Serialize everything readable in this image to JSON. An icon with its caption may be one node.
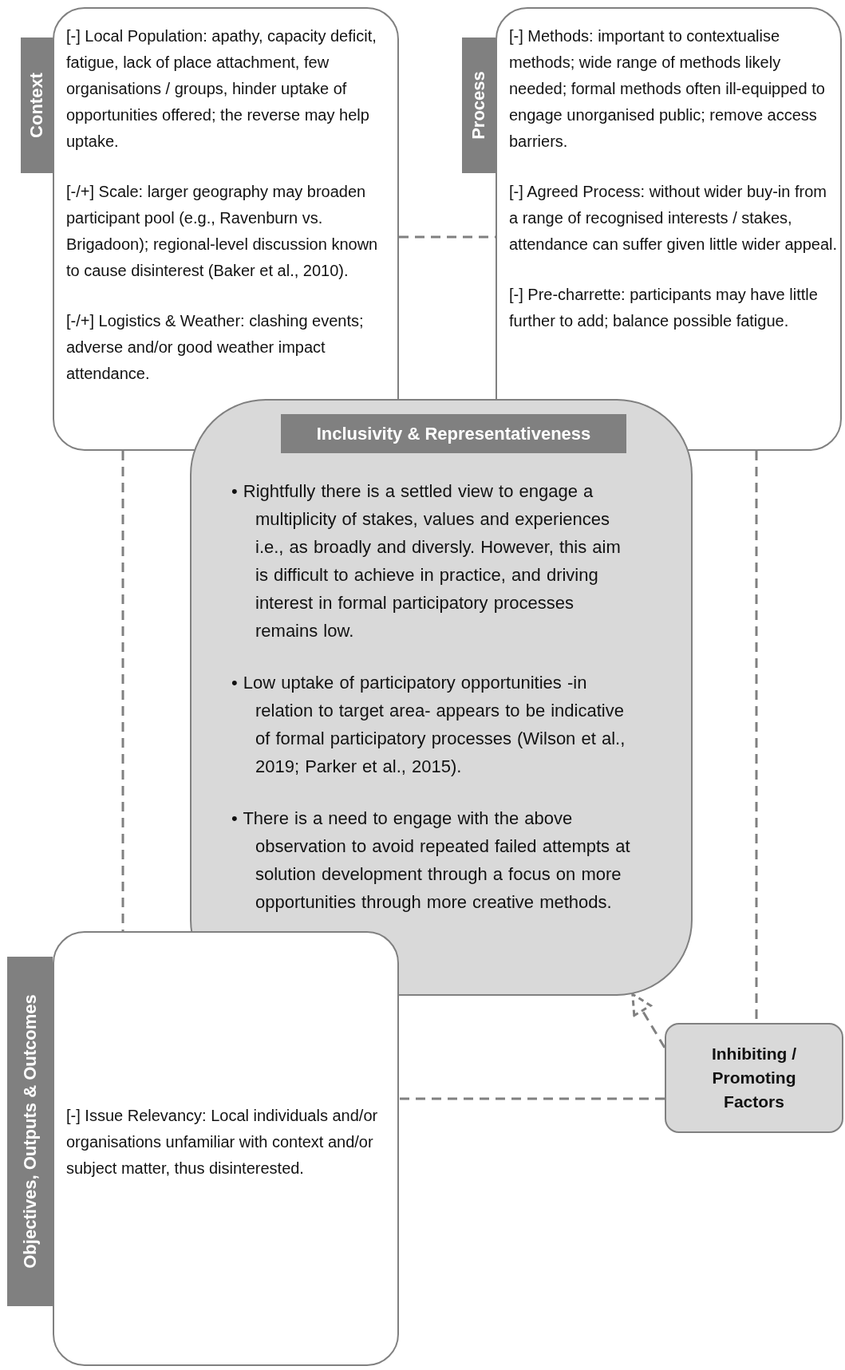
{
  "diagram": {
    "nodes": [
      {
        "text": [
          "Context",
          "[-] Local Population: apathy, capacity deficit, fatigue, lack of place attachment, few organisations / groups, hinder uptake of opportunities offered; the reverse may help uptake.",
          "[-/+] Scale: larger geography may broaden participant pool (e.g., Ravenburn vs. Brigadoon); regional-level discussion known to cause disinterest (Baker et al., 2010).",
          "[-/+] Logistics & Weather: clashing events; adverse and/or good weather impact attendance."
        ]
      },
      {
        "text": [
          "Process",
          "[-] Methods: important to contextualise methods; wide range of methods likely needed; formal methods often ill-equipped to engage unorganised public; remove access barriers.",
          "[-] Agreed Process: without wider buy-in from a range of recognised interests / stakes, attendance can suffer given little wider appeal.",
          "[-] Pre-charrette: participants may have little further to add; balance possible fatigue."
        ]
      },
      {
        "text": [
          "Inclusivity & Representativeness",
          "• Rightfully there is a settled view to engage a multiplicity of stakes, values and experiences i.e., as broadly and diversly. However, this aim is difficult to achieve in practice, and driving interest in formal participatory processes remains low.",
          "• Low uptake of participatory opportunities -in relation to target area- appears to be indicative of formal participatory processes (Wilson et al., 2019; Parker et al., 2015).",
          "• There is a need to engage with the above observation to avoid repeated failed attempts at solution development through a focus on more opportunities through more creative methods."
        ]
      },
      {
        "text": [
          "Objectives, Outputs & Outcomes",
          "[-] Issue Relevancy: Local individuals and/or organisations unfamiliar with context and/or subject matter, thus disinterested."
        ]
      },
      {
        "text": [
          "Inhibiting / Promoting Factors"
        ]
      }
    ],
    "edges": [
      {
        "from": 0,
        "to": 1,
        "arrow": "none"
      },
      {
        "from": 0,
        "to": 3,
        "arrow": "none"
      },
      {
        "from": 1,
        "to": 4,
        "arrow": "none"
      },
      {
        "from": 4,
        "to": 3,
        "arrow": "none"
      },
      {
        "from": 4,
        "to": 2,
        "arrow": "to"
      }
    ]
  }
}
